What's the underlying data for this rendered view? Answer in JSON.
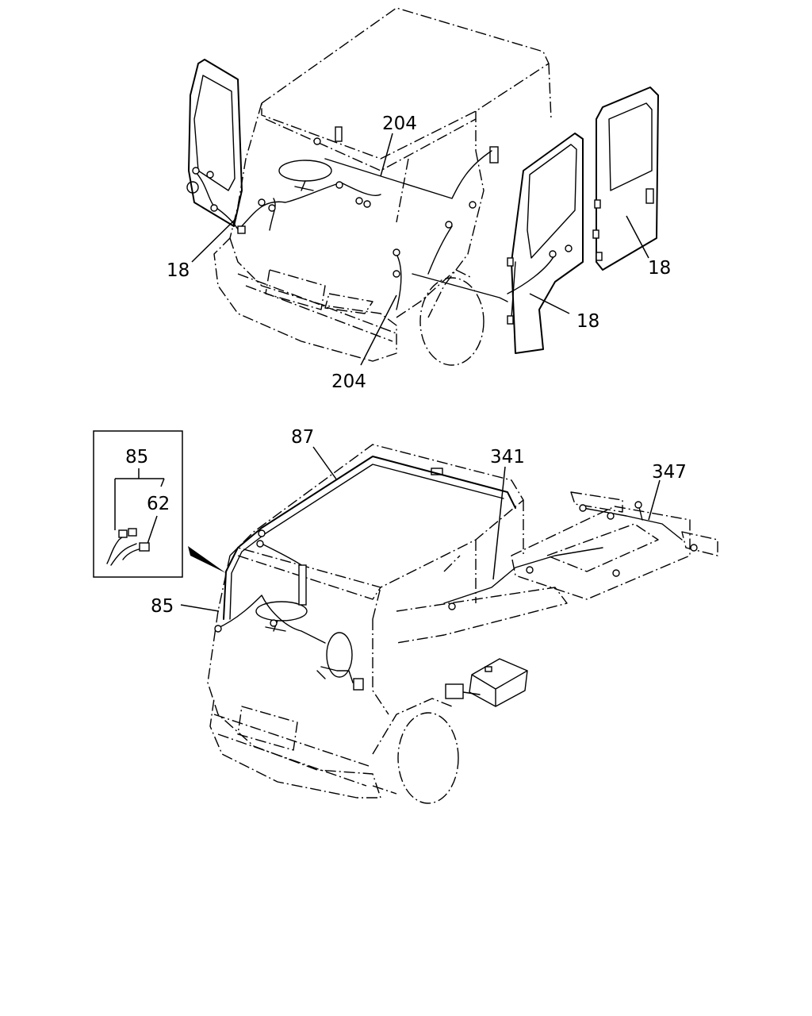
{
  "callouts": {
    "top_204_upper": "204",
    "top_204_lower": "204",
    "top_18_left": "18",
    "top_18_right_door": "18",
    "top_18_rear_door": "18",
    "bottom_87": "87",
    "bottom_341": "341",
    "bottom_347": "347",
    "bottom_85": "85",
    "inset_85": "85",
    "inset_62": "62"
  }
}
